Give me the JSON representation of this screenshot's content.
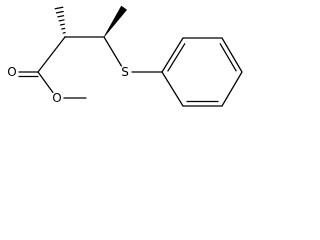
{
  "structure": {
    "atoms": [
      {
        "element": "C",
        "shown": false
      },
      {
        "element": "O",
        "shown": true,
        "text": "O"
      },
      {
        "element": "O",
        "shown": true,
        "text": "O"
      },
      {
        "element": "C",
        "shown": false
      },
      {
        "element": "C",
        "shown": false
      },
      {
        "element": "C",
        "shown": false
      },
      {
        "element": "C",
        "shown": false
      },
      {
        "element": "C",
        "shown": false
      },
      {
        "element": "S",
        "shown": true,
        "text": "S"
      },
      {
        "element": "C",
        "shown": false
      },
      {
        "element": "C",
        "shown": false
      },
      {
        "element": "C",
        "shown": false
      },
      {
        "element": "C",
        "shown": false
      },
      {
        "element": "C",
        "shown": false
      },
      {
        "element": "C",
        "shown": false
      }
    ],
    "bonds": [
      {
        "from": 0,
        "to": 1,
        "order": 2
      },
      {
        "from": 0,
        "to": 2,
        "order": 1
      },
      {
        "from": 2,
        "to": 3,
        "order": 1
      },
      {
        "from": 0,
        "to": 4,
        "order": 1
      },
      {
        "from": 4,
        "to": 5,
        "order": 1,
        "stereo": "hash"
      },
      {
        "from": 4,
        "to": 6,
        "order": 1
      },
      {
        "from": 6,
        "to": 7,
        "order": 1,
        "stereo": "wedge"
      },
      {
        "from": 6,
        "to": 8,
        "order": 1
      },
      {
        "from": 8,
        "to": 9,
        "order": 1
      },
      {
        "from": 9,
        "to": 10,
        "order": 2
      },
      {
        "from": 10,
        "to": 11,
        "order": 1
      },
      {
        "from": 11,
        "to": 12,
        "order": 2
      },
      {
        "from": 12,
        "to": 13,
        "order": 1
      },
      {
        "from": 13,
        "to": 14,
        "order": 2
      },
      {
        "from": 14,
        "to": 9,
        "order": 1
      }
    ]
  }
}
